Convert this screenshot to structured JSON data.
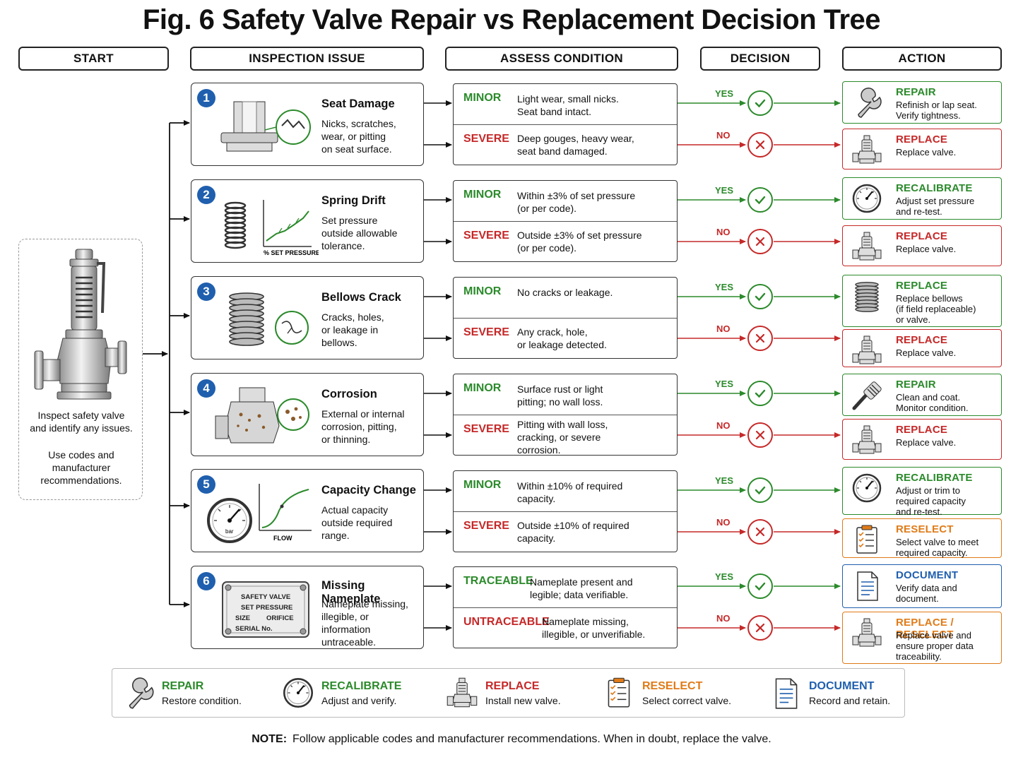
{
  "title": "Fig. 6  Safety Valve Repair vs Replacement Decision Tree",
  "headers": {
    "start": "START",
    "issue": "INSPECTION ISSUE",
    "assess": "ASSESS CONDITION",
    "decision": "DECISION",
    "action": "ACTION"
  },
  "start": {
    "line1": "Inspect safety valve",
    "line2": "and identify any issues.",
    "line3": "Use codes and",
    "line4": "manufacturer",
    "line5": "recommendations."
  },
  "colors": {
    "green": "#2b8a2b",
    "red": "#c62828",
    "orange": "#e07b18",
    "blue": "#1f5fae"
  },
  "issues": [
    {
      "num": "1",
      "title": "Seat Damage",
      "desc": [
        "Nicks, scratches,",
        "wear, or pitting",
        "on seat surface."
      ]
    },
    {
      "num": "2",
      "title": "Spring Drift",
      "desc": [
        "Set pressure",
        "outside allowable",
        "tolerance."
      ],
      "chart_label": "% SET PRESSURE"
    },
    {
      "num": "3",
      "title": "Bellows Crack",
      "desc": [
        "Cracks, holes,",
        "or leakage in",
        "bellows."
      ]
    },
    {
      "num": "4",
      "title": "Corrosion",
      "desc": [
        "External or internal",
        "corrosion, pitting,",
        "or thinning."
      ]
    },
    {
      "num": "5",
      "title": "Capacity Change",
      "desc": [
        "Actual capacity",
        "outside required",
        "range."
      ],
      "chart_label": "FLOW",
      "gauge_label": "bar"
    },
    {
      "num": "6",
      "title": "Missing Nameplate",
      "desc": [
        "Nameplate missing,",
        "illegible, or",
        "information",
        "untraceable."
      ],
      "plate": {
        "l1": "SAFETY VALVE",
        "l2": "SET PRESSURE",
        "l3a": "SIZE",
        "l3b": "ORIFICE",
        "l4": "SERIAL No."
      }
    }
  ],
  "assess": [
    {
      "top": {
        "level": "MINOR",
        "text": [
          "Light wear, small nicks.",
          "Seat band intact."
        ]
      },
      "bot": {
        "level": "SEVERE",
        "text": [
          "Deep gouges, heavy wear,",
          "seat band damaged."
        ]
      }
    },
    {
      "top": {
        "level": "MINOR",
        "text": [
          "Within ±3% of set pressure",
          "(or per code)."
        ]
      },
      "bot": {
        "level": "SEVERE",
        "text": [
          "Outside ±3% of set pressure",
          "(or per code)."
        ]
      }
    },
    {
      "top": {
        "level": "MINOR",
        "text": [
          "No cracks or leakage."
        ]
      },
      "bot": {
        "level": "SEVERE",
        "text": [
          "Any crack, hole,",
          "or leakage detected."
        ]
      }
    },
    {
      "top": {
        "level": "MINOR",
        "text": [
          "Surface rust or light",
          "pitting; no wall loss."
        ]
      },
      "bot": {
        "level": "SEVERE",
        "text": [
          "Pitting with wall loss,",
          "cracking, or severe",
          "corrosion."
        ]
      }
    },
    {
      "top": {
        "level": "MINOR",
        "text": [
          "Within ±10% of required",
          "capacity."
        ]
      },
      "bot": {
        "level": "SEVERE",
        "text": [
          "Outside ±10% of required",
          "capacity."
        ]
      }
    },
    {
      "top": {
        "level": "TRACEABLE",
        "text": [
          "Nameplate present and",
          "legible; data verifiable."
        ]
      },
      "bot": {
        "level": "UNTRACEABLE",
        "text": [
          "Nameplate missing,",
          "illegible, or unverifiable."
        ]
      }
    }
  ],
  "decision": {
    "yes": "YES",
    "no": "NO"
  },
  "actions": [
    {
      "title": "REPAIR",
      "desc": [
        "Refinish or lap seat.",
        "Verify tightness."
      ],
      "color": "#2b8a2b",
      "icon": "wrench-icon"
    },
    {
      "title": "REPLACE",
      "desc": [
        "Replace valve."
      ],
      "color": "#c62828",
      "icon": "valve-icon"
    },
    {
      "title": "RECALIBRATE",
      "desc": [
        "Adjust set pressure",
        "and re-test."
      ],
      "color": "#2b8a2b",
      "icon": "gauge-icon"
    },
    {
      "title": "REPLACE",
      "desc": [
        "Replace valve."
      ],
      "color": "#c62828",
      "icon": "valve-icon"
    },
    {
      "title": "REPLACE",
      "desc": [
        "Replace bellows",
        "(if field replaceable)",
        "or valve."
      ],
      "color": "#2b8a2b",
      "icon": "bellows-icon"
    },
    {
      "title": "REPLACE",
      "desc": [
        "Replace valve."
      ],
      "color": "#c62828",
      "icon": "valve-icon"
    },
    {
      "title": "REPAIR",
      "desc": [
        "Clean and coat.",
        "Monitor condition."
      ],
      "color": "#2b8a2b",
      "icon": "brush-icon"
    },
    {
      "title": "REPLACE",
      "desc": [
        "Replace valve."
      ],
      "color": "#c62828",
      "icon": "valve-icon"
    },
    {
      "title": "RECALIBRATE",
      "desc": [
        "Adjust or trim to",
        "required capacity",
        "and re-test."
      ],
      "color": "#2b8a2b",
      "icon": "gauge-icon"
    },
    {
      "title": "RESELECT",
      "desc": [
        "Select valve to meet",
        "required capacity."
      ],
      "color": "#e07b18",
      "icon": "checklist-icon"
    },
    {
      "title": "DOCUMENT",
      "desc": [
        "Verify data and",
        "document."
      ],
      "color": "#1f5fae",
      "icon": "document-icon"
    },
    {
      "title": "REPLACE / RESELECT",
      "desc": [
        "Replace valve and",
        "ensure proper data",
        "traceability."
      ],
      "color": "#e07b18",
      "icon": "valve-icon"
    }
  ],
  "legend": [
    {
      "title": "REPAIR",
      "desc": "Restore condition.",
      "color": "#2b8a2b",
      "icon": "wrench-icon"
    },
    {
      "title": "RECALIBRATE",
      "desc": "Adjust and verify.",
      "color": "#2b8a2b",
      "icon": "gauge-icon"
    },
    {
      "title": "REPLACE",
      "desc": "Install new valve.",
      "color": "#c62828",
      "icon": "valve-icon"
    },
    {
      "title": "RESELECT",
      "desc": "Select correct valve.",
      "color": "#e07b18",
      "icon": "checklist-icon"
    },
    {
      "title": "DOCUMENT",
      "desc": "Record and retain.",
      "color": "#1f5fae",
      "icon": "document-icon"
    }
  ],
  "note": {
    "label": "NOTE:",
    "text": "Follow applicable codes and manufacturer recommendations. When in doubt, replace the valve."
  }
}
